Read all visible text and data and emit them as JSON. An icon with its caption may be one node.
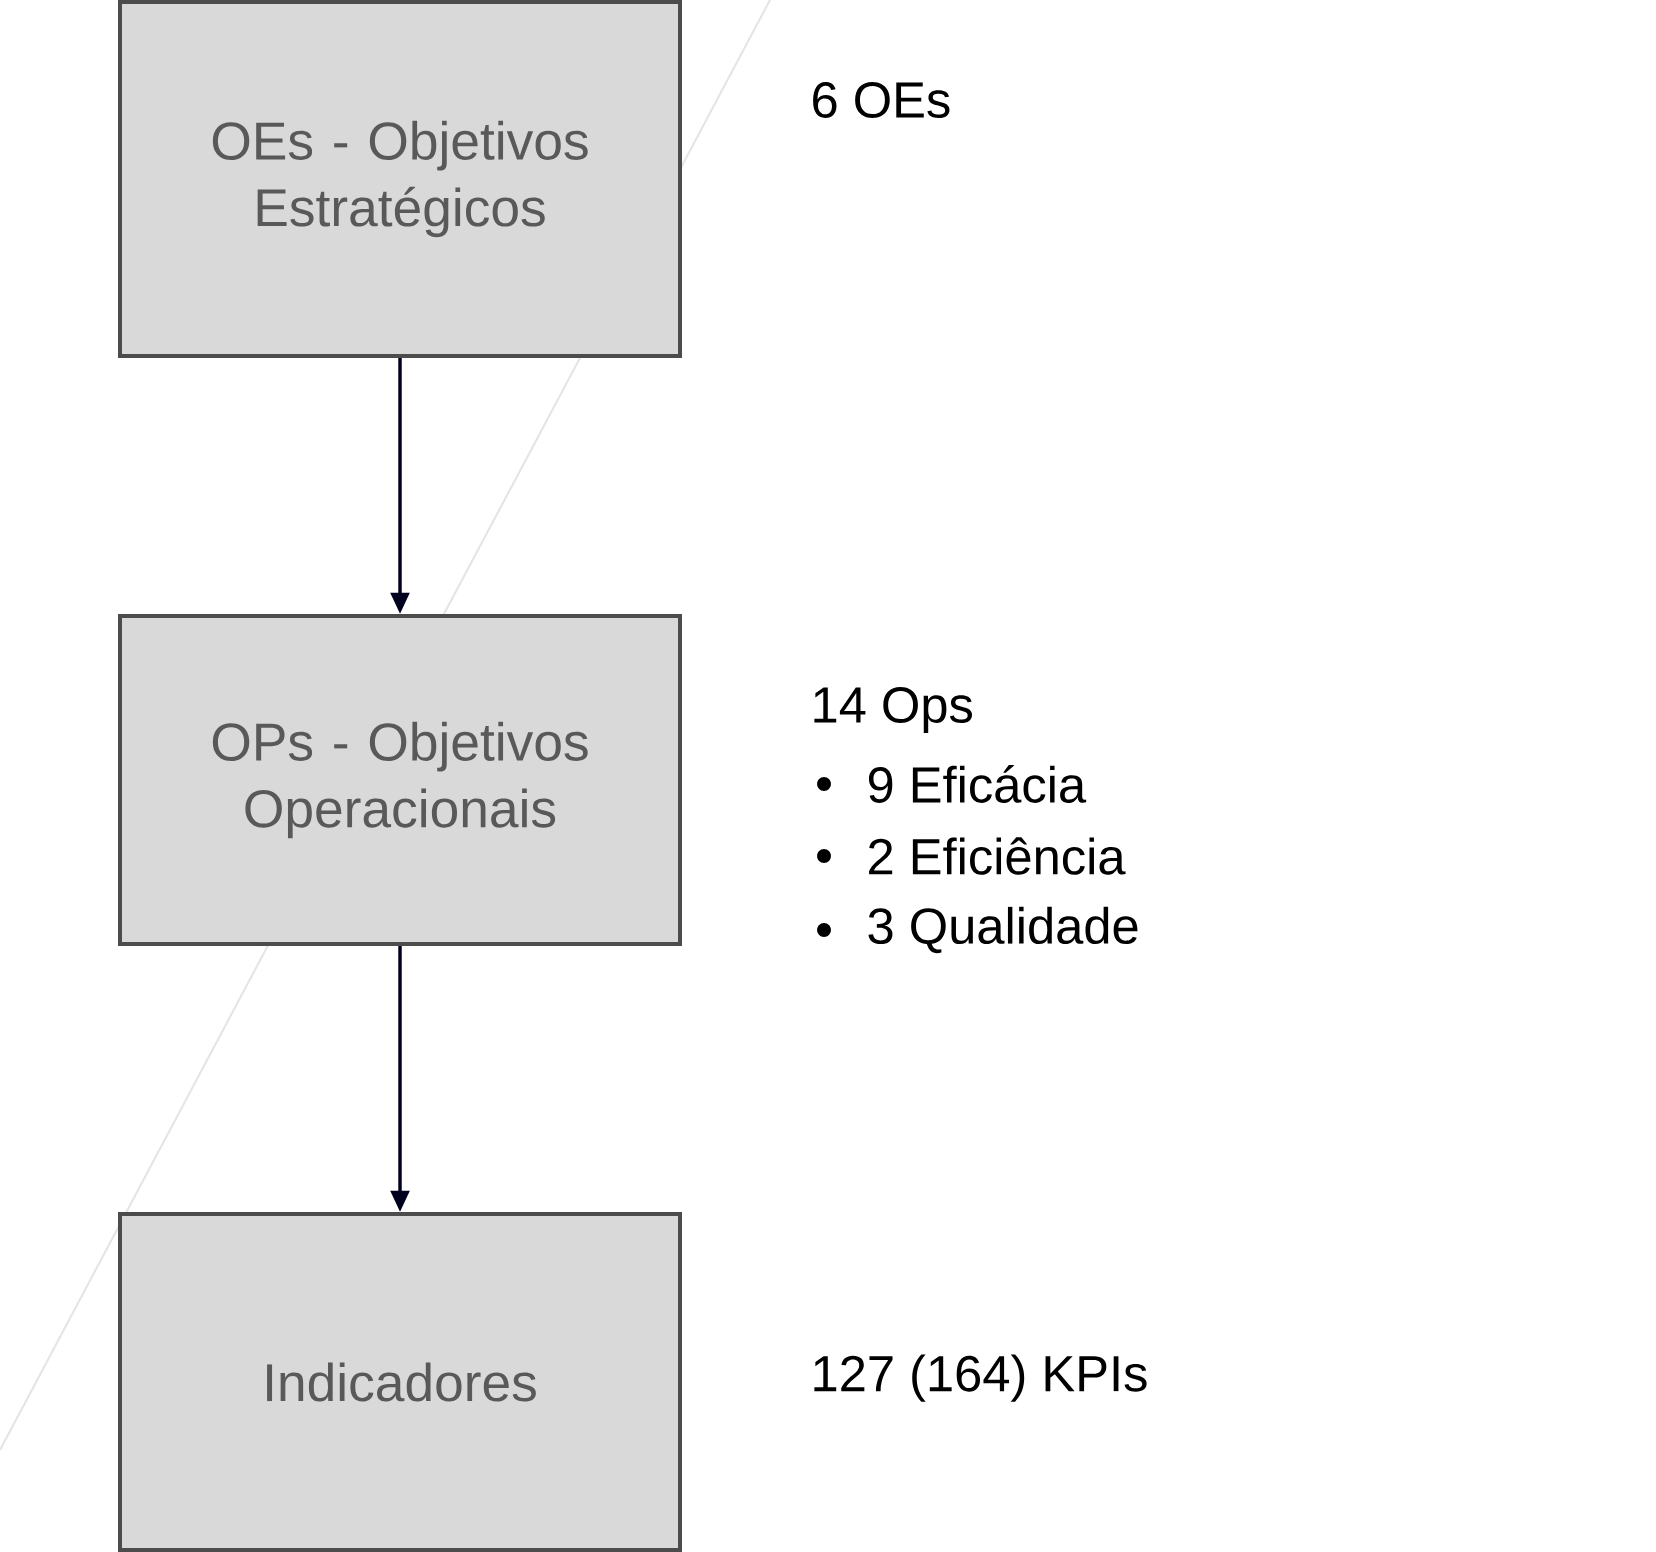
{
  "diagram": {
    "nodes": [
      {
        "text": [
          "OEs - Objetivos Estratégicos"
        ],
        "beside": [
          "6 OEs"
        ]
      },
      {
        "text": [
          "OPs - Objetivos Operacionais"
        ],
        "beside": [
          "14 Ops",
          "9 Eficácia",
          "2 Eficiência",
          "3 Qualidade"
        ]
      },
      {
        "text": [
          "Indicadores"
        ],
        "beside": [
          "127 (164) KPIs"
        ]
      }
    ],
    "edges": [
      {
        "from": 0,
        "to": 1,
        "arrow": "to"
      },
      {
        "from": 1,
        "to": 2,
        "arrow": "to"
      }
    ]
  }
}
